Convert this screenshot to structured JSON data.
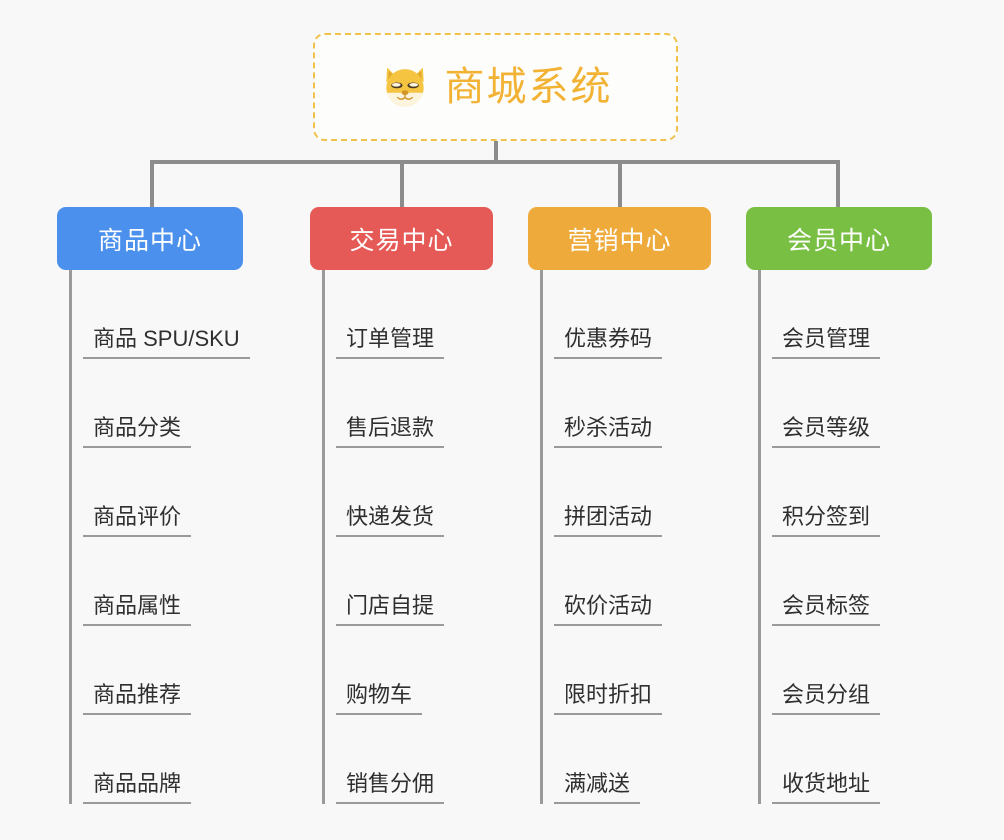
{
  "background_color": "#f8f8f8",
  "root": {
    "icon": "shiba-dog-face-icon",
    "title": "商城系统",
    "border_color": "#f0c14b",
    "text_color": "#f2b233"
  },
  "connector_color": "#8c8c8c",
  "columns": [
    {
      "id": "product-center",
      "label": "商品中心",
      "color": "#4a90ec",
      "items": [
        "商品 SPU/SKU",
        "商品分类",
        "商品评价",
        "商品属性",
        "商品推荐",
        "商品品牌"
      ]
    },
    {
      "id": "trade-center",
      "label": "交易中心",
      "color": "#e55a56",
      "items": [
        "订单管理",
        "售后退款",
        "快递发货",
        "门店自提",
        "购物车",
        "销售分佣"
      ]
    },
    {
      "id": "marketing-center",
      "label": "营销中心",
      "color": "#eeab3c",
      "items": [
        "优惠券码",
        "秒杀活动",
        "拼团活动",
        "砍价活动",
        "限时折扣",
        "满减送"
      ]
    },
    {
      "id": "member-center",
      "label": "会员中心",
      "color": "#79bf43",
      "items": [
        "会员管理",
        "会员等级",
        "积分签到",
        "会员标签",
        "会员分组",
        "收货地址"
      ]
    }
  ]
}
